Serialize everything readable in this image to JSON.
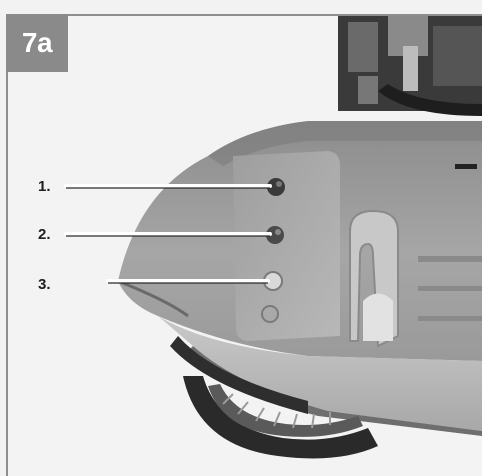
{
  "figure": {
    "badge": "7a",
    "callouts": [
      {
        "number": "1."
      },
      {
        "number": "2."
      },
      {
        "number": "3."
      }
    ]
  }
}
